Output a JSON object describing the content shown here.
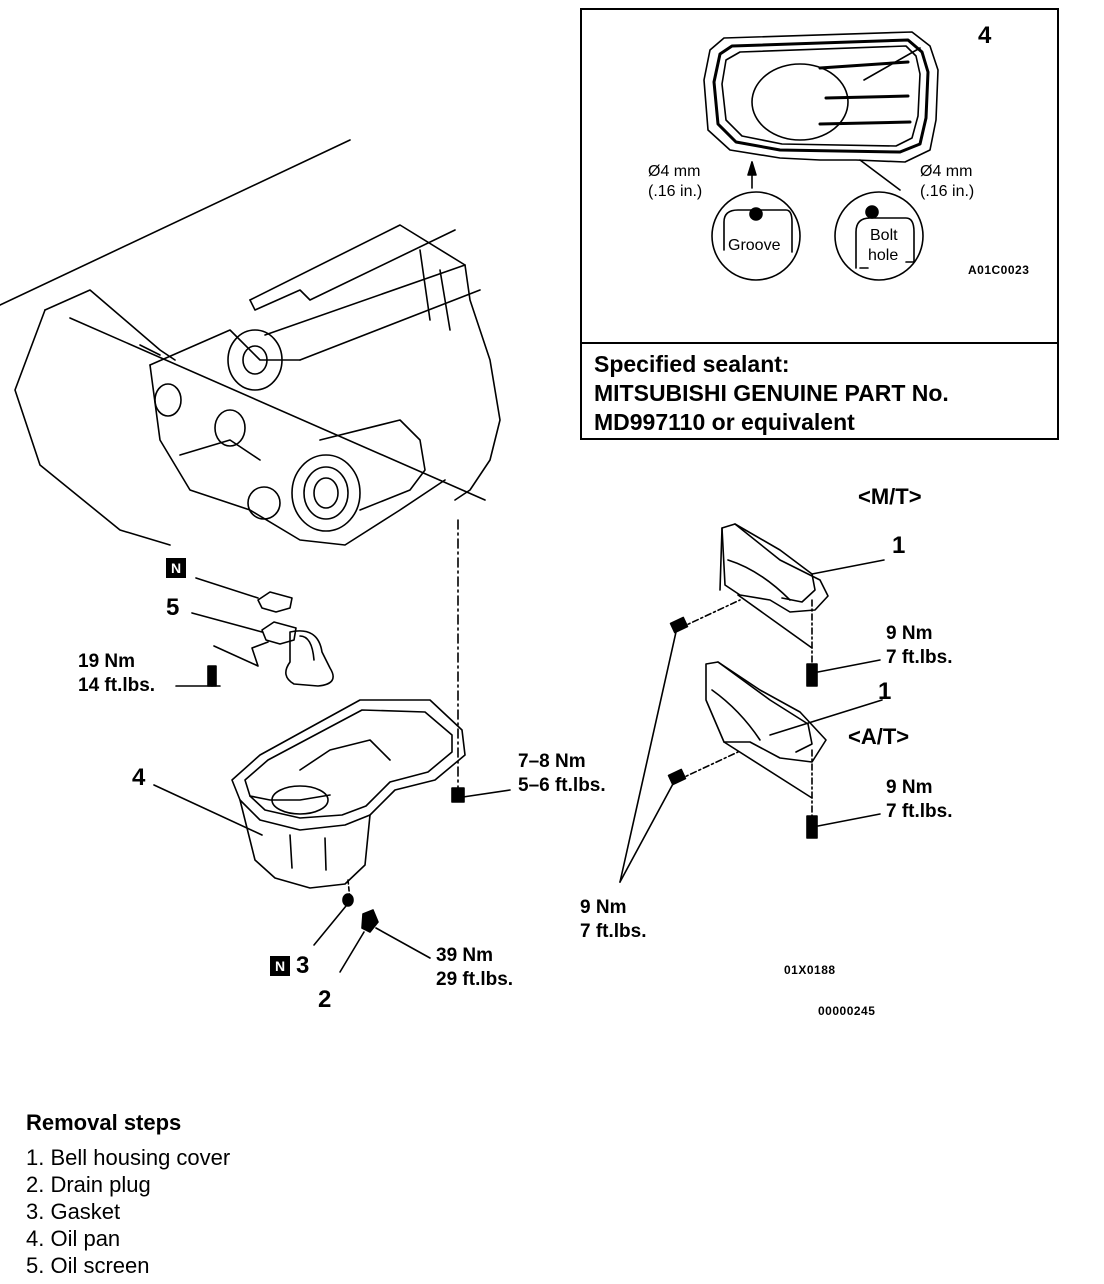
{
  "inset": {
    "part_number": "4",
    "left_dim": [
      "Ø4 mm",
      "(.16 in.)"
    ],
    "right_dim": [
      "Ø4 mm",
      "(.16 in.)"
    ],
    "groove_label": "Groove",
    "bolt_hole_label": [
      "Bolt",
      "hole"
    ],
    "figure_code": "A01C0023",
    "sealant_lines": [
      "Specified sealant:",
      "MITSUBISHI GENUINE PART No.",
      "MD997110 or equivalent"
    ]
  },
  "callouts": {
    "n_badge": "N",
    "part5": "5",
    "part4": "4",
    "part3": "3",
    "part2": "2",
    "part1_mt": "1",
    "part1_at": "1",
    "mt_label": "<M/T>",
    "at_label": "<A/T>"
  },
  "torques": {
    "screen_bolt": [
      "19 Nm",
      "14 ft.lbs."
    ],
    "pan_bolt": [
      "7–8 Nm",
      "5–6 ft.lbs."
    ],
    "drain_plug": [
      "39 Nm",
      "29 ft.lbs."
    ],
    "mt_cover_bolt": [
      "9 Nm",
      "7 ft.lbs."
    ],
    "at_cover_bolt": [
      "9 Nm",
      "7 ft.lbs."
    ],
    "cover_side_bolt": [
      "9 Nm",
      "7 ft.lbs."
    ]
  },
  "figure_codes": [
    "01X0188",
    "00000245"
  ],
  "removal": {
    "title": "Removal steps",
    "steps": [
      "1. Bell housing cover",
      "2. Drain plug",
      "3. Gasket",
      "4. Oil pan",
      "5. Oil screen"
    ]
  }
}
